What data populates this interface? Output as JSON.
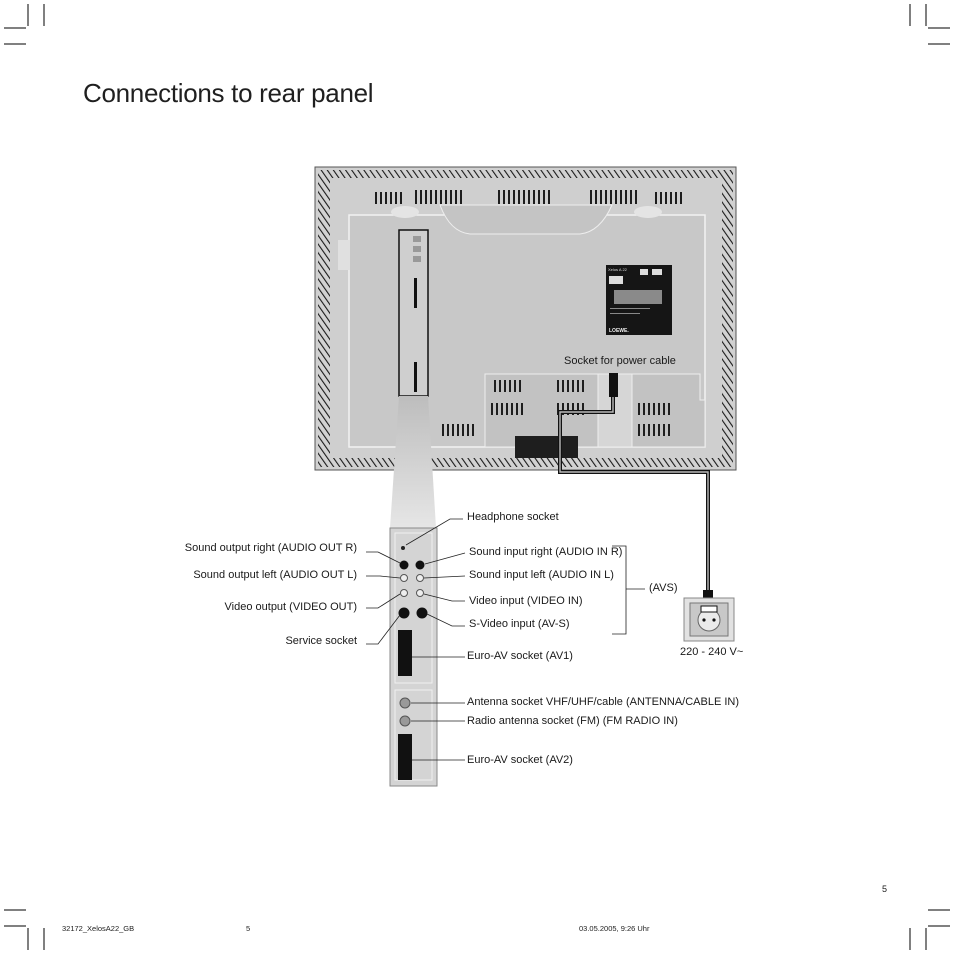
{
  "page": {
    "title": "Connections to rear panel",
    "page_number": "5",
    "footer": {
      "file": "32172_XelosA22_GB",
      "page": "5",
      "date": "03.05.2005, 9:26 Uhr"
    }
  },
  "labels": {
    "power_socket": "Socket for power cable",
    "headphone": "Headphone socket",
    "audio_out_r": "Sound output right (AUDIO OUT R)",
    "audio_out_l": "Sound output left (AUDIO OUT L)",
    "video_out": "Video output (VIDEO OUT)",
    "service": "Service socket",
    "audio_in_r": "Sound input right (AUDIO IN R)",
    "audio_in_l": "Sound input left (AUDIO IN L)",
    "video_in": "Video input (VIDEO IN)",
    "svideo_in": "S-Video input (AV-S)",
    "avs_group": "(AVS)",
    "euro_av1": "Euro-AV socket (AV1)",
    "antenna": "Antenna socket VHF/UHF/cable (ANTENNA/CABLE IN)",
    "radio_antenna": "Radio antenna socket (FM) (FM RADIO IN)",
    "euro_av2": "Euro-AV socket (AV2)",
    "mains_voltage": "220 - 240 V~"
  },
  "rating_plate": {
    "brand": "LOEWE.",
    "model": "Xelos A 22"
  }
}
